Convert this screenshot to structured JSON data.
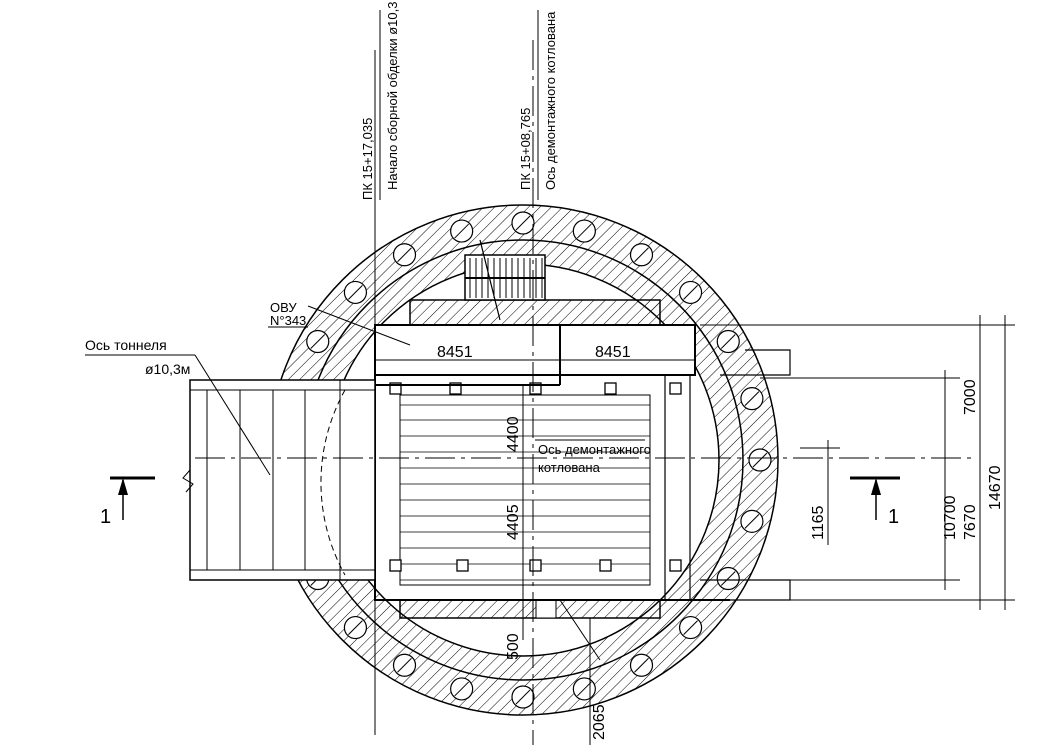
{
  "annotations": {
    "pk1": "ПК 15+17,035",
    "pk1_desc": "Начало сборной обделки ø10,3",
    "pk2": "ПК 15+08,765",
    "pk2_desc": "Ось демонтажного котлована",
    "ovu": "ОВУ",
    "ovu_num": "N°343",
    "tunnel_axis": "Ось тоннеля",
    "tunnel_diam": "ø10,3м",
    "pit_axis_1": "Ось демонтажного",
    "pit_axis_2": "котлована",
    "section_left": "1",
    "section_right": "1"
  },
  "dimensions": {
    "d8451_left": "8451",
    "d8451_right": "8451",
    "d4400": "4400",
    "d4405": "4405",
    "d500": "500",
    "d2065": "2065",
    "d1165": "1165",
    "d7000": "7000",
    "d10700": "10700",
    "d7670": "7670",
    "d14670": "14670"
  }
}
